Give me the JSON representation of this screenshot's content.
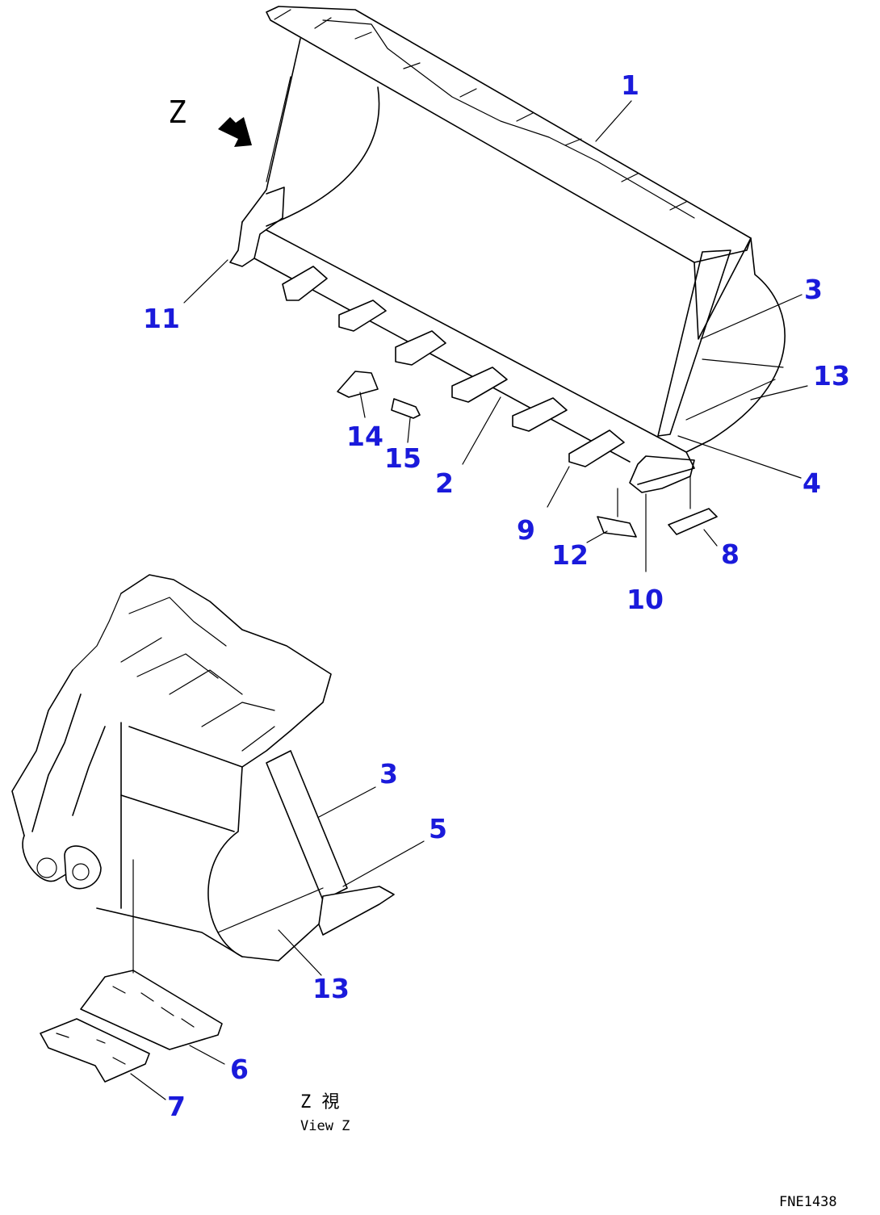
{
  "diagram": {
    "view_arrow_label": "Z",
    "view_caption_jp": "Z 視",
    "view_caption_en": "View Z",
    "drawing_code": "FNE1438",
    "callout_color": "#1a1adb",
    "line_color": "#000000",
    "callouts": [
      {
        "id": "c1",
        "label": "1"
      },
      {
        "id": "c2",
        "label": "2"
      },
      {
        "id": "c3a",
        "label": "3"
      },
      {
        "id": "c4",
        "label": "4"
      },
      {
        "id": "c8",
        "label": "8"
      },
      {
        "id": "c9",
        "label": "9"
      },
      {
        "id": "c10",
        "label": "10"
      },
      {
        "id": "c11",
        "label": "11"
      },
      {
        "id": "c12",
        "label": "12"
      },
      {
        "id": "c13a",
        "label": "13"
      },
      {
        "id": "c14",
        "label": "14"
      },
      {
        "id": "c15",
        "label": "15"
      },
      {
        "id": "c3b",
        "label": "3"
      },
      {
        "id": "c5",
        "label": "5"
      },
      {
        "id": "c13b",
        "label": "13"
      },
      {
        "id": "c6",
        "label": "6"
      },
      {
        "id": "c7",
        "label": "7"
      }
    ]
  }
}
